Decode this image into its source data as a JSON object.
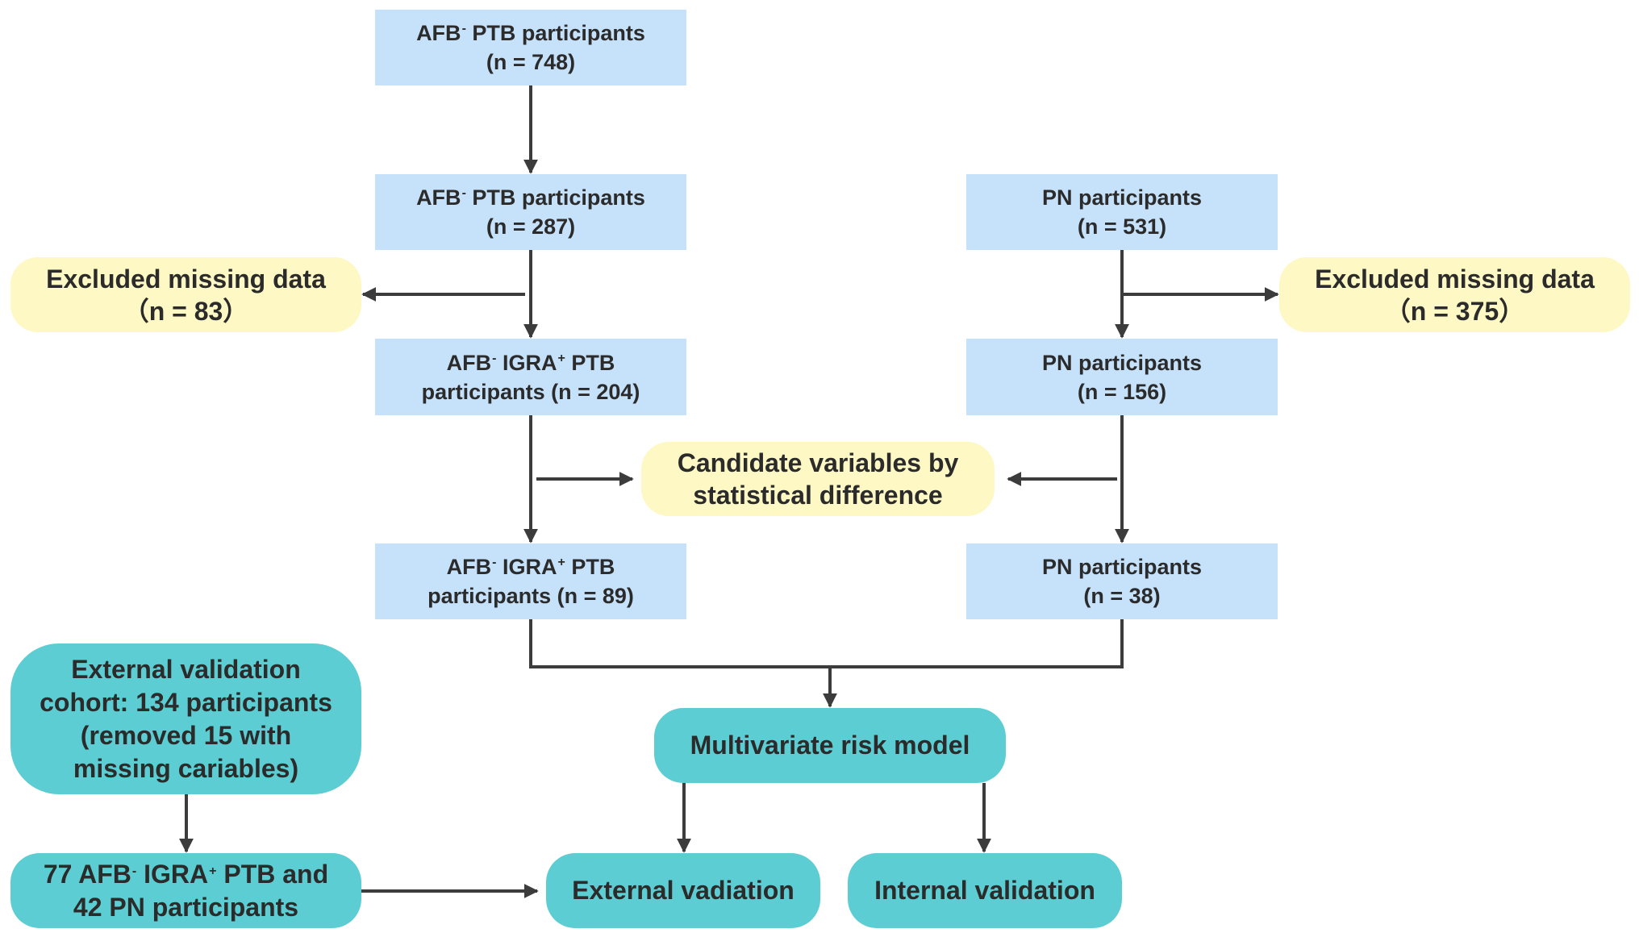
{
  "diagram": {
    "colors": {
      "participant_box": "#c6e2fb",
      "note_box": "#fdf8c4",
      "model_box": "#5ccdd2",
      "arrow": "#3c3c3c"
    },
    "ptb_start": {
      "pre": "AFB",
      "sup": "-",
      "post": " PTB participants",
      "count": "(n = 748)"
    },
    "ptb_287": {
      "pre": "AFB",
      "sup": "-",
      "post": " PTB participants",
      "count": "(n = 287)"
    },
    "pn_531": {
      "line1": "PN participants",
      "count": "(n = 531)"
    },
    "excluded_left": {
      "line1": "Excluded missing data",
      "count": "（n = 83）"
    },
    "excluded_right": {
      "line1": "Excluded missing data",
      "count": "（n = 375）"
    },
    "ptb_204": {
      "pre": "AFB",
      "sup1": "-",
      "mid": " IGRA",
      "sup2": "+",
      "post": " PTB",
      "line2": "participants (n = 204)"
    },
    "pn_156": {
      "line1": "PN participants",
      "count": "(n = 156)"
    },
    "candidates": {
      "line1": "Candidate variables by",
      "line2": "statistical difference"
    },
    "ptb_89": {
      "pre": "AFB",
      "sup1": "-",
      "mid": " IGRA",
      "sup2": "+",
      "post": " PTB",
      "line2": "participants (n = 89)"
    },
    "pn_38": {
      "line1": "PN participants",
      "count": "(n = 38)"
    },
    "external_cohort": {
      "line1": "External validation",
      "line2": "cohort: 134 participants",
      "line3": "(removed 15 with",
      "line4": "missing cariables)"
    },
    "model": {
      "label": "Multivariate risk model"
    },
    "external_participants": {
      "pre": "77 AFB",
      "sup1": "-",
      "mid": " IGRA",
      "sup2": "+",
      "post": " PTB and",
      "line2": "42 PN participants"
    },
    "external_validation": {
      "label": "External vadiation"
    },
    "internal_validation": {
      "label": "Internal validation"
    }
  }
}
